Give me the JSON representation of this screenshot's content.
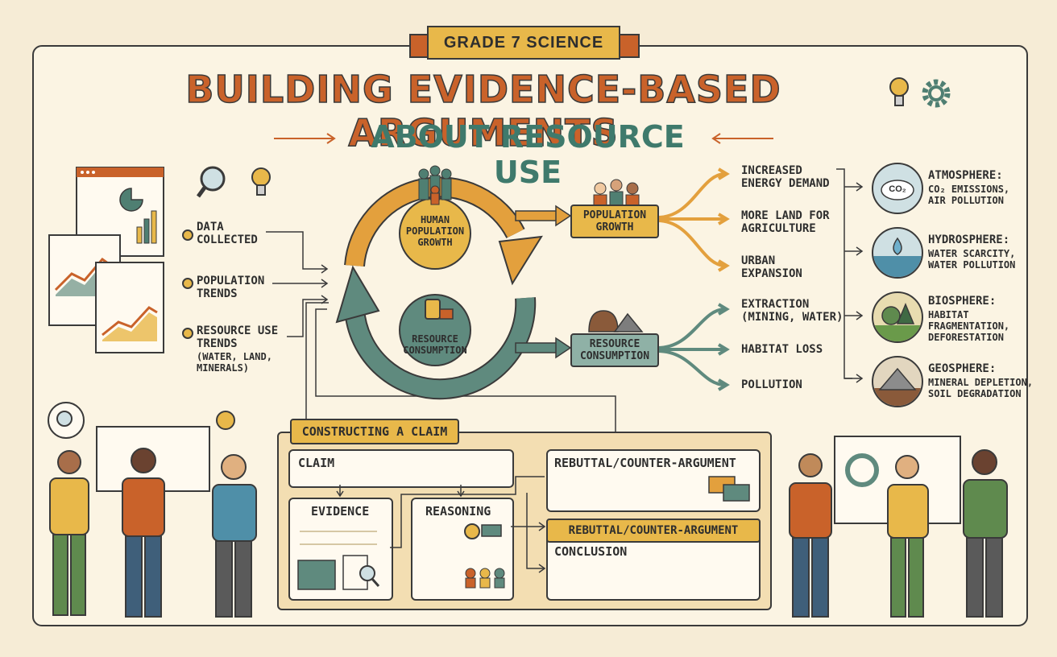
{
  "banner": "GRADE 7 SCIENCE",
  "title": "BUILDING EVIDENCE-BASED ARGUMENTS",
  "subtitle": "ABOUT RESOURCE USE",
  "data_sources": [
    {
      "label": "DATA\nCOLLECTED"
    },
    {
      "label": "POPULATION\nTRENDS"
    },
    {
      "label": "RESOURCE USE\nTRENDS",
      "detail": "(WATER, LAND,\nMINERALS)"
    }
  ],
  "cycle": {
    "top": "HUMAN\nPOPULATION\nGROWTH",
    "bottom": "RESOURCE\nCONSUMPTION"
  },
  "population_box": "POPULATION\nGROWTH",
  "consumption_box": "RESOURCE\nCONSUMPTION",
  "population_effects": [
    "INCREASED\nENERGY DEMAND",
    "MORE LAND FOR\nAGRICULTURE",
    "URBAN\nEXPANSION"
  ],
  "consumption_effects": [
    "EXTRACTION\n(MINING, WATER)",
    "HABITAT LOSS",
    "POLLUTION"
  ],
  "spheres": [
    {
      "name": "ATMOSPHERE:",
      "desc": "CO₂ EMISSIONS,\nAIR POLLUTION",
      "icon": "co2-cloud-icon",
      "icon_text": "CO₂"
    },
    {
      "name": "HYDROSPHERE:",
      "desc": "WATER SCARCITY,\nWATER POLLUTION",
      "icon": "water-drop-icon"
    },
    {
      "name": "BIOSPHERE:",
      "desc": "HABITAT\nFRAGMENTATION,\nDEFORESTATION",
      "icon": "trees-icon"
    },
    {
      "name": "GEOSPHERE:",
      "desc": "MINERAL DEPLETION,\nSOIL DEGRADATION",
      "icon": "mountain-icon"
    }
  ],
  "argument": {
    "header": "CONSTRUCTING A CLAIM",
    "claim": "CLAIM",
    "evidence": "EVIDENCE",
    "reasoning": "REASONING",
    "rebuttal": "REBUTTAL/COUNTER-ARGUMENT",
    "rebuttal_tab": "REBUTTAL/COUNTER-ARGUMENT",
    "conclusion": "CONCLUSION"
  },
  "colors": {
    "accent_orange": "#c9622a",
    "accent_yellow": "#e8b84a",
    "accent_teal": "#4f7f72",
    "background": "#f6ecd6"
  }
}
